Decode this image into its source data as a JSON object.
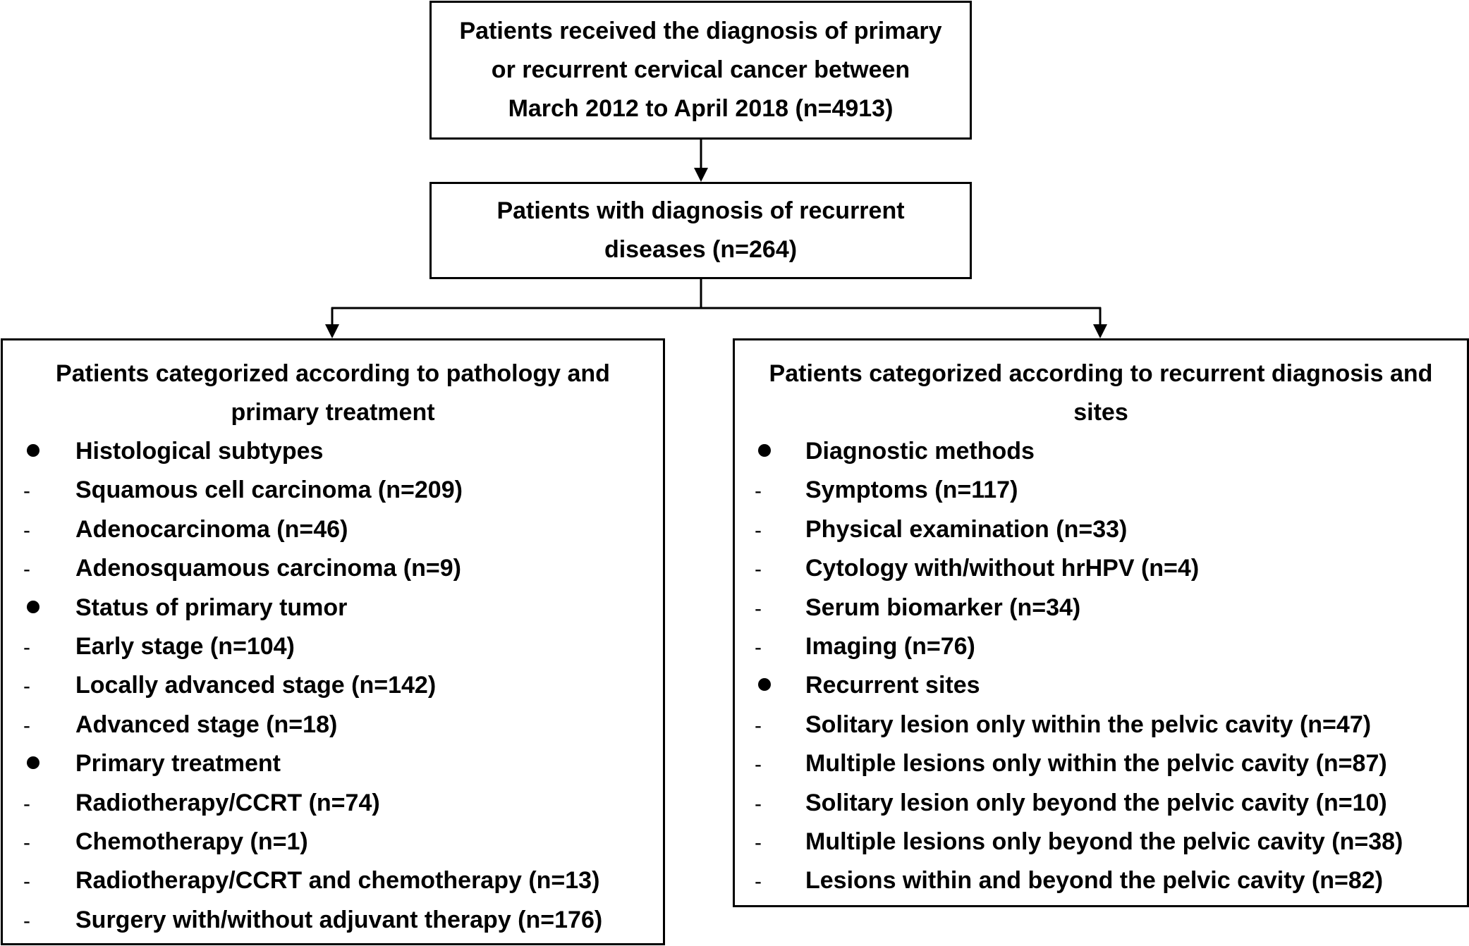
{
  "top_box": {
    "lines": [
      "Patients received the diagnosis of primary",
      "or recurrent cervical cancer between",
      "March 2012 to April 2018 (n=4913)"
    ]
  },
  "middle_box": {
    "lines": [
      "Patients with diagnosis of recurrent",
      "diseases (n=264)"
    ]
  },
  "left_panel": {
    "title_lines": [
      "Patients categorized according to pathology and",
      "primary treatment"
    ],
    "items": [
      {
        "type": "bullet",
        "text": "Histological subtypes"
      },
      {
        "type": "dash",
        "text": "Squamous cell carcinoma (n=209)"
      },
      {
        "type": "dash",
        "text": "Adenocarcinoma (n=46)"
      },
      {
        "type": "dash",
        "text": "Adenosquamous carcinoma (n=9)"
      },
      {
        "type": "bullet",
        "text": "Status of primary tumor"
      },
      {
        "type": "dash",
        "text": "Early stage (n=104)"
      },
      {
        "type": "dash",
        "text": "Locally advanced stage (n=142)"
      },
      {
        "type": "dash",
        "text": "Advanced stage (n=18)"
      },
      {
        "type": "bullet",
        "text": "Primary treatment"
      },
      {
        "type": "dash",
        "text": "Radiotherapy/CCRT (n=74)"
      },
      {
        "type": "dash",
        "text": "Chemotherapy (n=1)"
      },
      {
        "type": "dash",
        "text": "Radiotherapy/CCRT and chemotherapy (n=13)"
      },
      {
        "type": "dash",
        "text": "Surgery with/without adjuvant therapy (n=176)"
      }
    ]
  },
  "right_panel": {
    "title_lines": [
      "Patients categorized according to recurrent diagnosis and",
      "sites"
    ],
    "items": [
      {
        "type": "bullet",
        "text": "Diagnostic methods"
      },
      {
        "type": "dash",
        "text": "Symptoms (n=117)"
      },
      {
        "type": "dash",
        "text": "Physical examination (n=33)"
      },
      {
        "type": "dash",
        "text": "Cytology with/without hrHPV (n=4)"
      },
      {
        "type": "dash",
        "text": "Serum biomarker (n=34)"
      },
      {
        "type": "dash",
        "text": "Imaging (n=76)"
      },
      {
        "type": "bullet",
        "text": "Recurrent sites"
      },
      {
        "type": "dash",
        "text": "Solitary lesion only within the pelvic cavity (n=47)"
      },
      {
        "type": "dash",
        "text": "Multiple lesions only within the pelvic cavity (n=87)"
      },
      {
        "type": "dash",
        "text": "Solitary lesion only beyond the pelvic cavity (n=10)"
      },
      {
        "type": "dash",
        "text": "Multiple lesions only beyond the pelvic cavity (n=38)"
      },
      {
        "type": "dash",
        "text": "Lesions within and beyond the pelvic cavity (n=82)"
      }
    ]
  },
  "markers": {
    "dash": "-"
  }
}
